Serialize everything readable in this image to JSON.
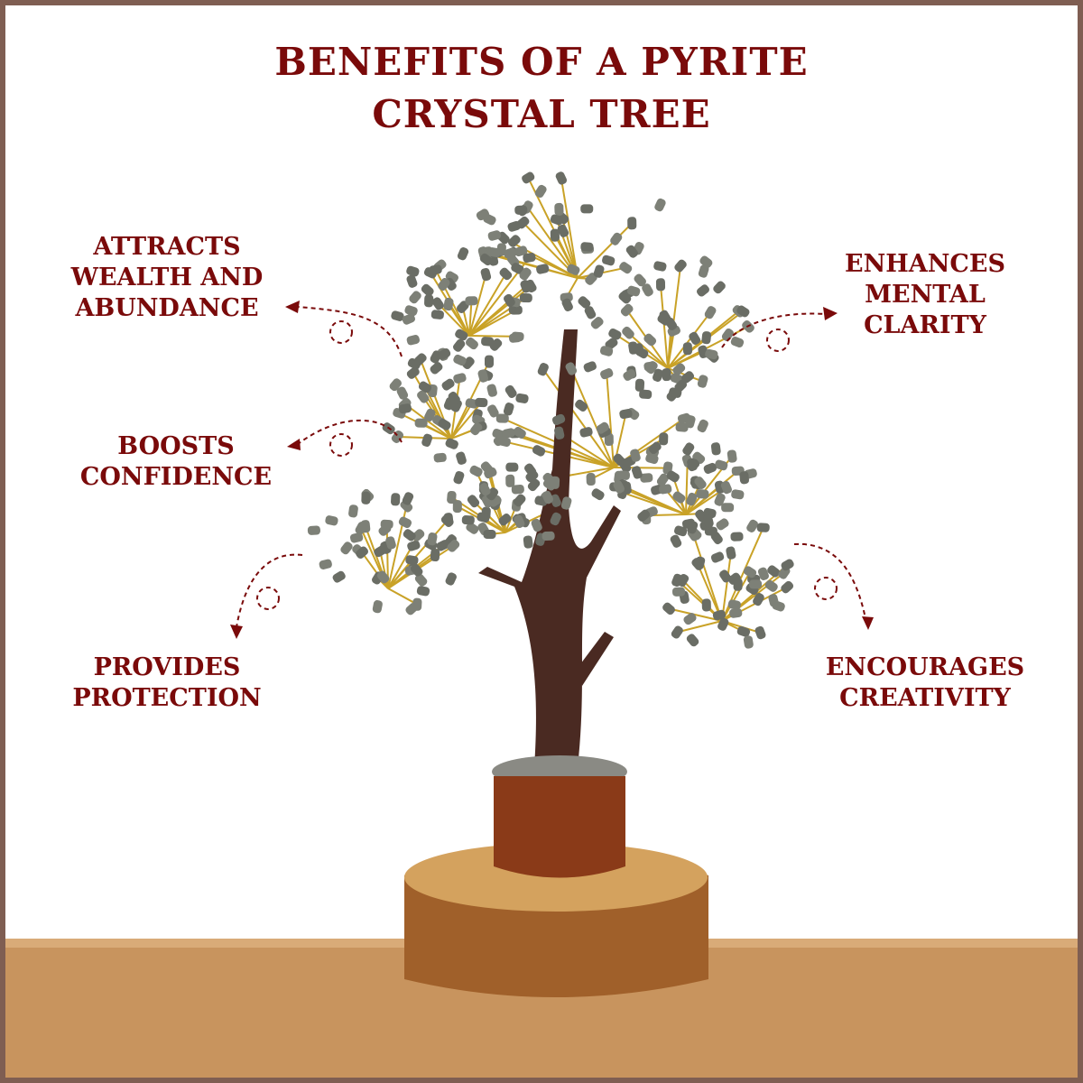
{
  "title": {
    "line1": "BENEFITS OF A PYRITE",
    "line2": "CRYSTAL TREE"
  },
  "benefits": {
    "wealth": {
      "line1": "ATTRACTS",
      "line2": "WEALTH AND",
      "line3": "ABUNDANCE"
    },
    "confidence": {
      "line1": "BOOSTS",
      "line2": "CONFIDENCE"
    },
    "protection": {
      "line1": "PROVIDES",
      "line2": "PROTECTION"
    },
    "clarity": {
      "line1": "ENHANCES",
      "line2": "MENTAL",
      "line3": "CLARITY"
    },
    "creativity": {
      "line1": "ENCOURAGES",
      "line2": "CREATIVITY"
    }
  },
  "colors": {
    "accent": "#7a0a0a",
    "border": "#7f5e52",
    "leaf": "#7d8077",
    "wire": "#c9a227",
    "trunk": "#4a2a22",
    "wood": "#a0602a"
  }
}
